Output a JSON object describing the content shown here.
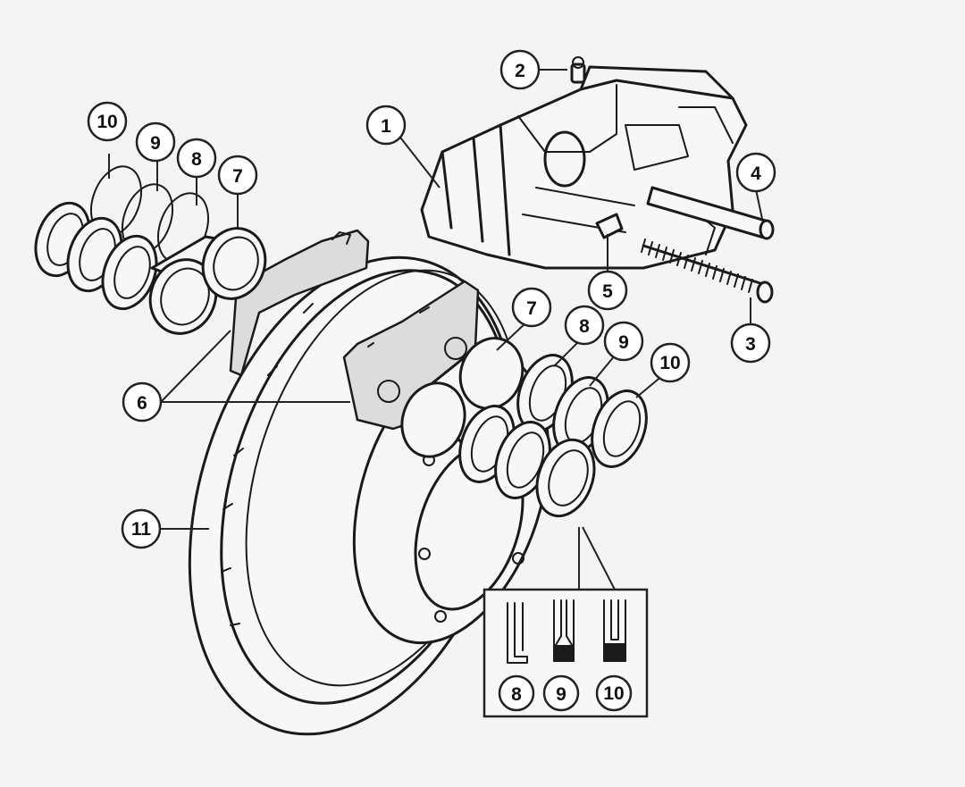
{
  "callouts": {
    "c1": "1",
    "c2": "2",
    "c3": "3",
    "c4": "4",
    "c5": "5",
    "c6": "6",
    "c7_left": "7",
    "c8_left": "8",
    "c9_left": "9",
    "c10_left": "10",
    "c7_right": "7",
    "c8_right": "8",
    "c9_right": "9",
    "c10_right": "10",
    "c11": "11"
  },
  "inset": {
    "labels": [
      "8",
      "9",
      "10"
    ]
  },
  "colors": {
    "line": "#1a1a1a",
    "background": "#f4f4f4",
    "bubble": "#ffffff"
  }
}
